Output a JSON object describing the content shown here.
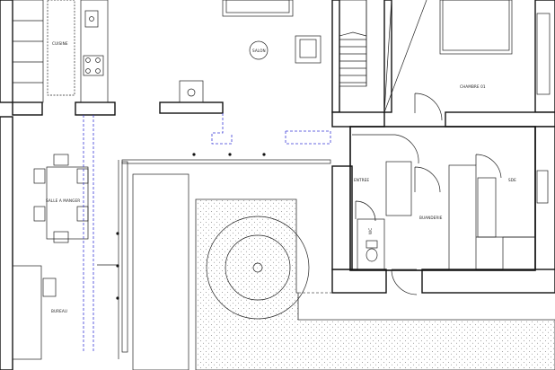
{
  "rooms": {
    "cuisine": "CUISINE",
    "salon": "SALON",
    "chambre": "CHAMBRE 01",
    "salle_a_manger": "SALLE A MANGER",
    "entree": "ENTREE",
    "buanderie": "BUANDERIE",
    "sde": "SDE",
    "wc": "WC",
    "bureau": "BUREAU"
  }
}
